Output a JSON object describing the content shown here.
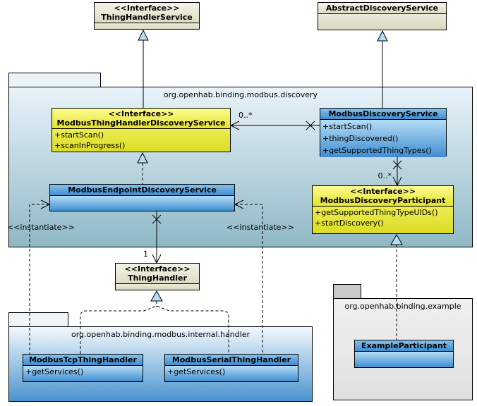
{
  "diagram_title": "Modbus discovery UML class diagram",
  "colors": {
    "class_yellow": "#e8e83a",
    "class_blue": "#4a97d6",
    "class_beige": "#e6e6cf",
    "package_discovery_gradient_bottom": "#8fb8c6",
    "package_handler_gradient_bottom": "#4a94cf",
    "package_example_gray": "#e9e9e9",
    "generalization_triangle_fill": "#b3def5",
    "line_color": "#000000"
  },
  "packages": {
    "discovery": {
      "name": "org.openhab.binding.modbus.discovery"
    },
    "handler": {
      "name": "org.openhab.binding.modbus.internal.handler"
    },
    "example": {
      "name": "org.openhab.binding.example"
    }
  },
  "classes": {
    "thing_handler_service": {
      "stereotype": "<<Interface>>",
      "name": "ThingHandlerService",
      "methods": []
    },
    "abstract_discovery_service": {
      "name": "AbstractDiscoveryService",
      "methods": []
    },
    "modbus_thing_handler_discovery_service": {
      "stereotype": "<<Interface>>",
      "name": "ModbusThingHandlerDiscoveryService",
      "methods": [
        "+startScan()",
        "+scanInProgress()"
      ]
    },
    "modbus_discovery_service": {
      "name": "ModbusDiscoveryService",
      "methods": [
        "+startScan()",
        "+thingDiscovered()",
        "+getSupportedThingTypes()"
      ]
    },
    "modbus_endpoint_discovery_service": {
      "name": "ModbusEndpointDiscoveryService",
      "methods": []
    },
    "modbus_discovery_participant": {
      "stereotype": "<<Interface>>",
      "name": "ModbusDiscoveryParticipant",
      "methods": [
        "+getSupportedThingTypeUIDs()",
        "+startDiscovery()"
      ]
    },
    "thing_handler": {
      "stereotype": "<<Interface>>",
      "name": "ThingHandler",
      "methods": []
    },
    "modbus_tcp_thing_handler": {
      "name": "ModbusTcpThingHandler",
      "methods": [
        "+getServices()"
      ]
    },
    "modbus_serial_thing_handler": {
      "name": "ModbusSerialThingHandler",
      "methods": [
        "+getServices()"
      ]
    },
    "example_participant": {
      "name": "ExampleParticipant",
      "methods": []
    }
  },
  "labels": {
    "multiplicity_discovery_services": "0..*",
    "multiplicity_participants": "0..*",
    "multiplicity_thing_handler": "1",
    "instantiate_left": "<<instantiate>>",
    "instantiate_right": "<<instantiate>>"
  }
}
